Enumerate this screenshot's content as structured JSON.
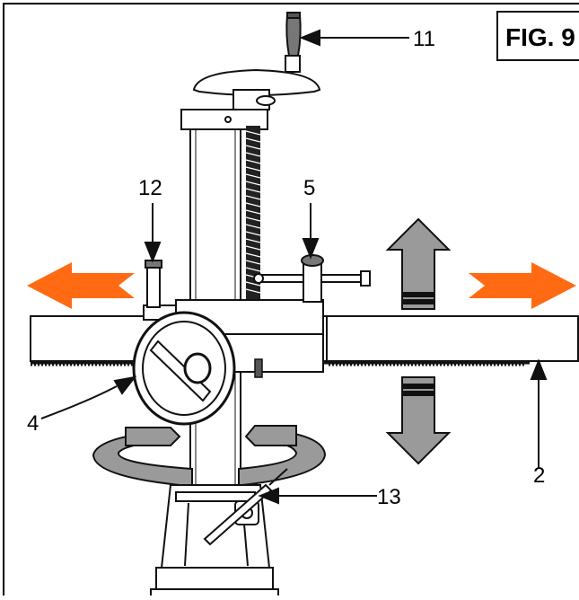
{
  "figure": {
    "title": "FIG. 9",
    "callouts": [
      "11",
      "12",
      "5",
      "4",
      "2",
      "13"
    ]
  },
  "colors": {
    "orange_arrow": "#ff6a13",
    "gray_arrow": "#9a9a9a",
    "line": "#111111",
    "frame": "#000000"
  },
  "icons": [
    "left-orange-arrow",
    "right-orange-arrow",
    "up-gray-arrow",
    "down-gray-arrow",
    "rotation-arrows"
  ]
}
